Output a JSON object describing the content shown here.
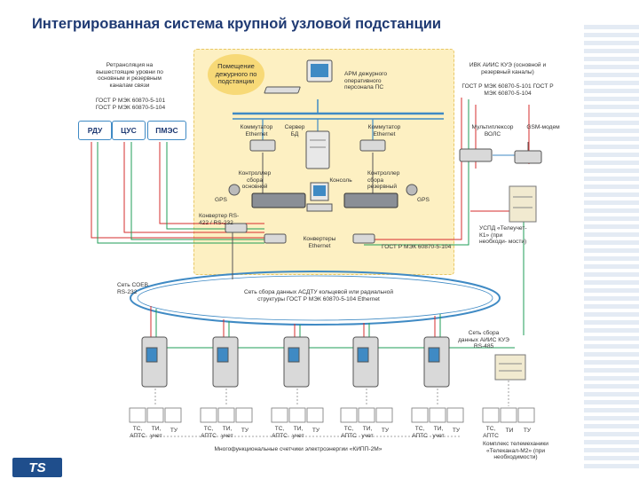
{
  "title": "Интегрированная система крупной узловой подстанции",
  "room": "Помещение дежурного по подстанции",
  "labels": {
    "retrans": "Ретрансляция на вышестоящие уровни по основным и резервным каналам связи",
    "gost_101_104": "ГОСТ Р МЭК 60870-5-101 ГОСТ Р МЭК 60870-5-104",
    "arm": "АРМ дежурного оперативного персонала ПС",
    "ivk": "ИВК АИИС КУЭ (основной и резервный каналы)",
    "gost_101_104_b": "ГОСТ Р МЭК 60870-5-101 ГОСТ Р МЭК 60870-5-104",
    "switch_left": "Коммутатор Ethernet",
    "server": "Сервер БД",
    "switch_right": "Коммутатор Ethernet",
    "multiplexer": "Мультиплексор ВОЛС",
    "gsm": "GSM-модем",
    "ctrl_main": "Контроллер сбора основной",
    "console": "Консоль",
    "ctrl_reserve": "Контроллер сбора резервный",
    "gps_left": "GPS",
    "gps_right": "GPS",
    "converter": "Конвертер RS-422 / RS-232",
    "eth_converters": "Конвертеры Ethernet",
    "gost_104": "ГОСТ Р МЭК 60870-5-104",
    "uspd": "УСПД «Телеучет-К1» (при необходи- мости)",
    "soev": "Сеть СОЕВ RS-232",
    "asdtu_net": "Сеть сбора данных АСДТУ кольцевой или радиальной структуры ГОСТ Р МЭК 60870-5-104 Ethernet",
    "aiis_net": "Сеть сбора данных АИИС КУЭ RS-485",
    "counters": "Многофункциональные счетчики электроэнергии «КИПП-2М»",
    "telemech": "Комплекс телемеханики «Телеканал-М2» (при необходимости)"
  },
  "boxes": [
    "РДУ",
    "ЦУС",
    "ПМЭС"
  ],
  "terminals": [
    {
      "ts": "ТС, АПТС",
      "ti": "ТИ, учет",
      "tu": "ТУ"
    },
    {
      "ts": "ТС, АПТС",
      "ti": "ТИ, учет",
      "tu": "ТУ"
    },
    {
      "ts": "ТС, АПТС",
      "ti": "ТИ, учет",
      "tu": "ТУ"
    },
    {
      "ts": "ТС, АПТС",
      "ti": "ТИ, учет",
      "tu": "ТУ"
    },
    {
      "ts": "ТС, АПТС",
      "ti": "ТИ, учет",
      "tu": "ТУ"
    },
    {
      "ts": "ТС, АПТС",
      "ti": "ТИ",
      "tu": "ТУ"
    }
  ],
  "logo": "TS",
  "colors": {
    "title": "#1f3a73",
    "zone": "#fdf0c2",
    "red_line": "#d62d2d",
    "green_line": "#1f9e57",
    "blue_line": "#3f8ac4"
  }
}
